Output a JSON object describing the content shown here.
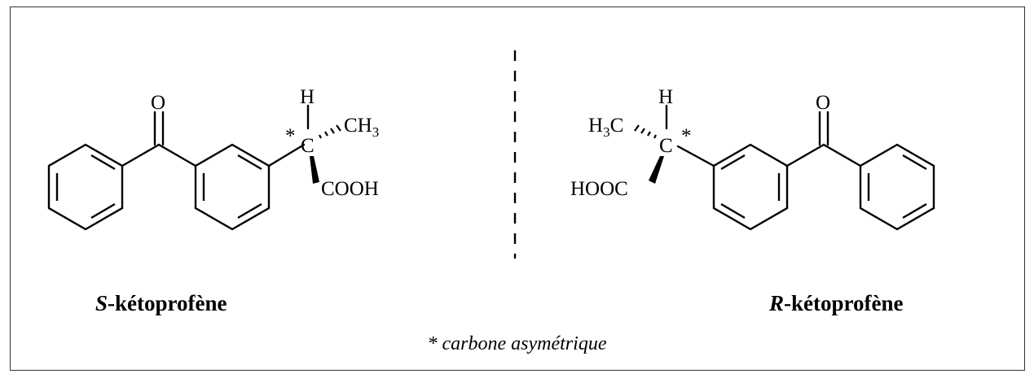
{
  "figure": {
    "left": {
      "config_letter": "S",
      "name_suffix": "-kétoprofène",
      "atoms": {
        "oxygen": "O",
        "hydrogen": "H",
        "carbon": "C",
        "methyl": "CH",
        "methyl_sub": "3",
        "acid": "COOH",
        "star": "*"
      }
    },
    "right": {
      "config_letter": "R",
      "name_suffix": "-kétoprofène",
      "atoms": {
        "oxygen": "O",
        "hydrogen": "H",
        "carbon": "C",
        "methyl_prefix": "H",
        "methyl_sub": "3",
        "methyl_suffix": "C",
        "acid": "HOOC",
        "star": "*"
      }
    },
    "footnote": "* carbone asymétrique"
  }
}
